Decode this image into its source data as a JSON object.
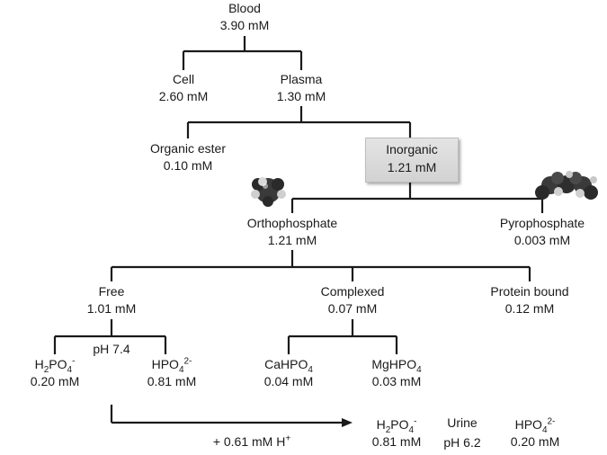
{
  "blood": {
    "name": "Blood",
    "value": "3.90 mM"
  },
  "cell": {
    "name": "Cell",
    "value": "2.60 mM"
  },
  "plasma": {
    "name": "Plasma",
    "value": "1.30 mM"
  },
  "organic": {
    "name": "Organic ester",
    "value": "0.10 mM"
  },
  "inorganic": {
    "name": "Inorganic",
    "value": "1.21 mM"
  },
  "ortho": {
    "name": "Orthophosphate",
    "value": "1.21 mM"
  },
  "pyro": {
    "name": "Pyrophosphate",
    "value": "0.003 mM"
  },
  "free": {
    "name": "Free",
    "value": "1.01 mM"
  },
  "complexed": {
    "name": "Complexed",
    "value": "0.07 mM"
  },
  "protein": {
    "name": "Protein bound",
    "value": "0.12 mM"
  },
  "ph74": "pH 7.4",
  "h2po4": {
    "base": "H",
    "sub1": "2",
    "mid": "PO",
    "sub2": "4",
    "sup": "-",
    "value": "0.20 mM"
  },
  "hpo4": {
    "base": "HPO",
    "sub": "4",
    "sup": "2-",
    "value": "0.81 mM"
  },
  "cahpo4": {
    "base": "CaHPO",
    "sub": "4",
    "value": "0.04 mM"
  },
  "mghpo4": {
    "base": "MgHPO",
    "sub": "4",
    "value": "0.03 mM"
  },
  "proton": {
    "text": "+ 0.61 mM H",
    "sup": "+"
  },
  "urine": {
    "label": "Urine",
    "ph": "pH 6.2",
    "h2po4": {
      "base": "H",
      "sub1": "2",
      "mid": "PO",
      "sub2": "4",
      "sup": "-",
      "value": "0.81 mM"
    },
    "hpo4": {
      "base": "HPO",
      "sub": "4",
      "sup": "2-",
      "value": "0.20 mM"
    }
  }
}
